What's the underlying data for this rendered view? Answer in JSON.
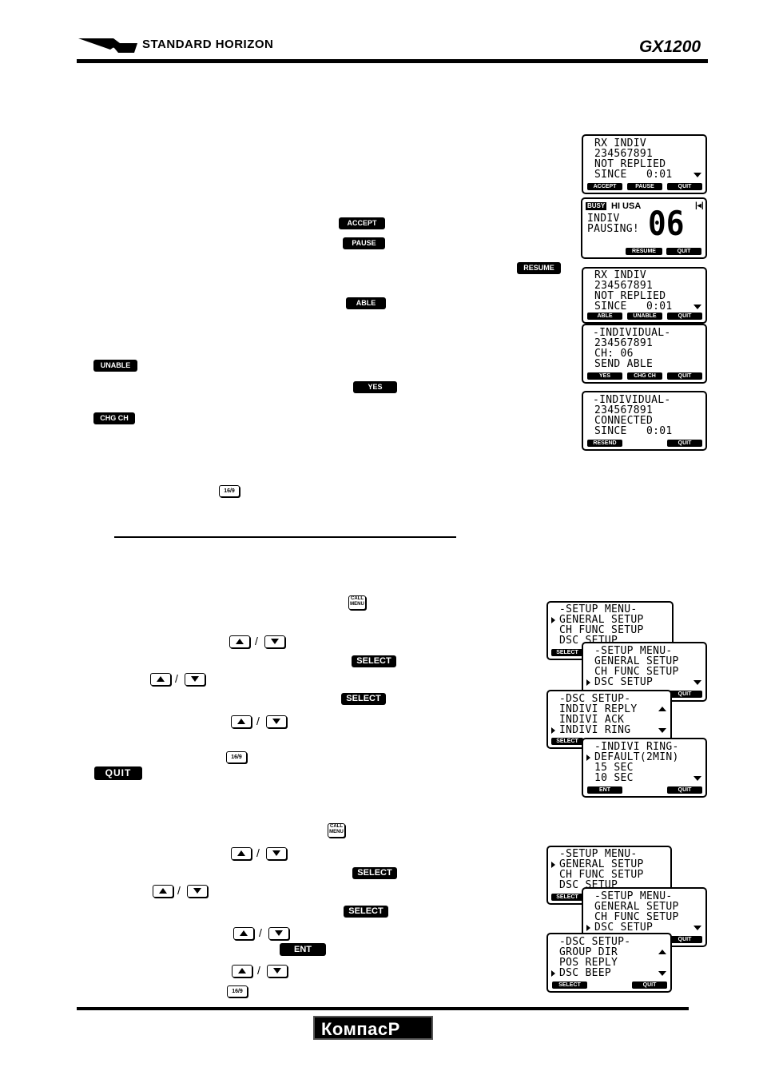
{
  "header": {
    "brand": "STANDARD HORIZON",
    "model": "GX1200"
  },
  "buttons": {
    "accept": "ACCEPT",
    "pause": "PAUSE",
    "resume": "RESUME",
    "able": "ABLE",
    "unable": "UNABLE",
    "yes": "YES",
    "chg_ch": "CHG CH",
    "select": "SELECT",
    "quit": "QUIT",
    "ent": "ENT"
  },
  "keys": {
    "k169": "16/9",
    "call_top": "CALL",
    "call_bot": "MENU"
  },
  "screens": {
    "rx1": {
      "lines": [
        "RX INDIV",
        "234567891",
        "NOT REPLIED",
        "SINCE   0:01"
      ],
      "softkeys": [
        "ACCEPT",
        "PAUSE",
        "QUIT"
      ]
    },
    "pausing": {
      "busy": "BUSY",
      "hi": "HI USA",
      "line1": "INDIV",
      "line2": "PAUSING!",
      "channel": "06",
      "softkeys": [
        "RESUME",
        "QUIT"
      ]
    },
    "rx2": {
      "lines": [
        "RX INDIV",
        "234567891",
        "NOT REPLIED",
        "SINCE   0:01"
      ],
      "softkeys": [
        "ABLE",
        "UNABLE",
        "QUIT"
      ]
    },
    "indiv1": {
      "lines": [
        "-INDIVIDUAL-",
        "234567891",
        "CH: 06",
        "SEND ABLE"
      ],
      "softkeys": [
        "YES",
        "CHG CH",
        "QUIT"
      ]
    },
    "indiv2": {
      "lines": [
        "-INDIVIDUAL-",
        "234567891",
        "CONNECTED",
        "SINCE   0:01"
      ],
      "softkeys": [
        "RESEND",
        "QUIT"
      ]
    },
    "setup1a": {
      "lines": [
        "-SETUP MENU-",
        "GENERAL SETUP",
        "CH FUNC SETUP",
        "DSC SETUP"
      ],
      "softkeys": [
        "SELECT"
      ]
    },
    "setup1b": {
      "lines": [
        "-SETUP MENU-",
        "GENERAL SETUP",
        "CH FUNC SETUP",
        "DSC SETUP"
      ],
      "softkeys": [
        "QUIT"
      ]
    },
    "dsc1": {
      "lines": [
        "-DSC SETUP-",
        "INDIVI REPLY",
        "INDIVI ACK",
        "INDIVI RING"
      ],
      "softkeys": [
        "SELECT"
      ]
    },
    "ring": {
      "lines": [
        "-INDIVI RING-",
        "DEFAULT(2MIN)",
        "15 SEC",
        "10 SEC"
      ],
      "softkeys": [
        "ENT",
        "QUIT"
      ]
    },
    "setup2a": {
      "lines": [
        "-SETUP MENU-",
        "GENERAL SETUP",
        "CH FUNC SETUP",
        "DSC SETUP"
      ],
      "softkeys": [
        "SELECT"
      ]
    },
    "setup2b": {
      "lines": [
        "-SETUP MENU-",
        "GENERAL SETUP",
        "CH FUNC SETUP",
        "DSC SETUP"
      ],
      "softkeys": [
        "QUIT"
      ]
    },
    "dsc2": {
      "lines": [
        "-DSC SETUP-",
        "GROUP DIR",
        "POS REPLY",
        "DSC BEEP"
      ],
      "softkeys": [
        "SELECT",
        "QUIT"
      ]
    }
  },
  "footer": {
    "logo": "КомпасР"
  }
}
